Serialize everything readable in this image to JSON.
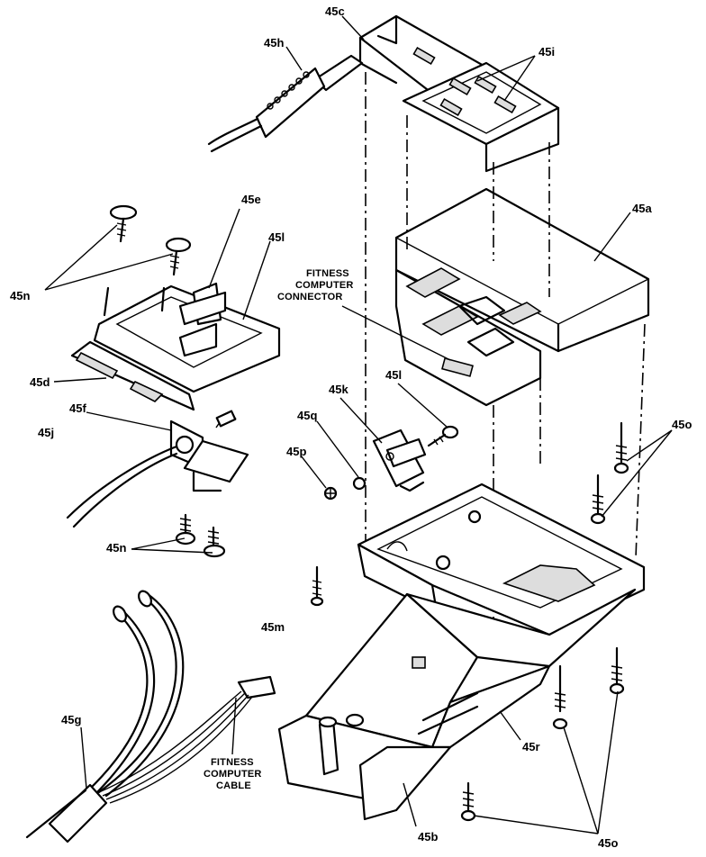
{
  "labels": {
    "l45c": "45c",
    "l45h": "45h",
    "l45i": "45i",
    "l45e": "45e",
    "l45l_top": "45l",
    "l45a": "45a",
    "l45n_top": "45n",
    "l45d": "45d",
    "l45f": "45f",
    "l45j": "45j",
    "l45k": "45k",
    "l45l_mid": "45l",
    "l45q": "45q",
    "l45p": "45p",
    "l45o_right": "45o",
    "l45n_bottom": "45n",
    "l45m": "45m",
    "l45g": "45g",
    "l45r": "45r",
    "l45b": "45b",
    "l45o_bottom": "45o"
  },
  "captions": {
    "connector": [
      "FITNESS",
      "COMPUTER",
      "CONNECTOR"
    ],
    "cable": [
      "FITNESS",
      "COMPUTER",
      "CABLE"
    ]
  }
}
